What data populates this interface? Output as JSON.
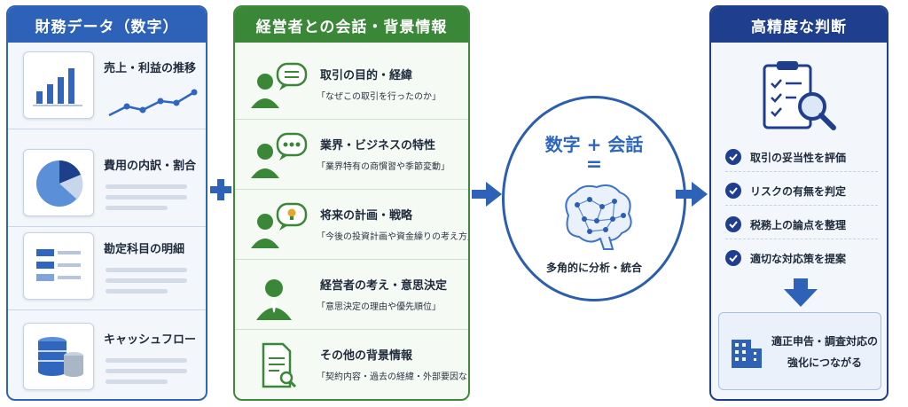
{
  "finance": {
    "title": "財務データ（数字）",
    "items": [
      {
        "label": "売上・利益の推移",
        "icon": "bar-line-chart-icon"
      },
      {
        "label": "費用の内訳・割合",
        "icon": "pie-chart-icon"
      },
      {
        "label": "勘定科目の明細",
        "icon": "ledger-document-icon"
      },
      {
        "label": "キャッシュフロー",
        "icon": "coin-stack-icon"
      }
    ]
  },
  "conversation": {
    "title": "経営者との会話・背景情報",
    "items": [
      {
        "label": "取引の目的・経緯",
        "sub": "「なぜこの取引を行ったのか」",
        "icon": "person-speech-icon"
      },
      {
        "label": "業界・ビジネスの特性",
        "sub": "「業界特有の商慣習や季節変動」",
        "icon": "person-chat-icon"
      },
      {
        "label": "将来の計画・戦略",
        "sub": "「今後の投資計画や資金繰りの考え方」",
        "icon": "person-idea-icon"
      },
      {
        "label": "経営者の考え・意思決定",
        "sub": "「意思決定の理由や優先順位」",
        "icon": "executive-icon"
      },
      {
        "label": "その他の背景情報",
        "sub": "「契約内容・過去の経緯・外部要因など」",
        "icon": "document-search-icon"
      }
    ]
  },
  "center": {
    "equation": "数字 + 会話",
    "equals": "=",
    "caption": "多角的に分析・統合",
    "icon": "brain-network-icon"
  },
  "judgement": {
    "title": "高精度な判断",
    "icon": "clipboard-magnifier-icon",
    "checks": [
      "取引の妥当性を評価",
      "リスクの有無を判定",
      "税務上の論点を整理",
      "適切な対応策を提案"
    ],
    "result_line1": "適正申告・調査対応の",
    "result_line2": "強化につながる",
    "result_icon": "building-icon"
  },
  "colors": {
    "finance_blue": "#2d62b8",
    "conversation_green": "#3b8738",
    "judgement_navy": "#1f3e8d",
    "accent_blue": "#2c66bf"
  }
}
